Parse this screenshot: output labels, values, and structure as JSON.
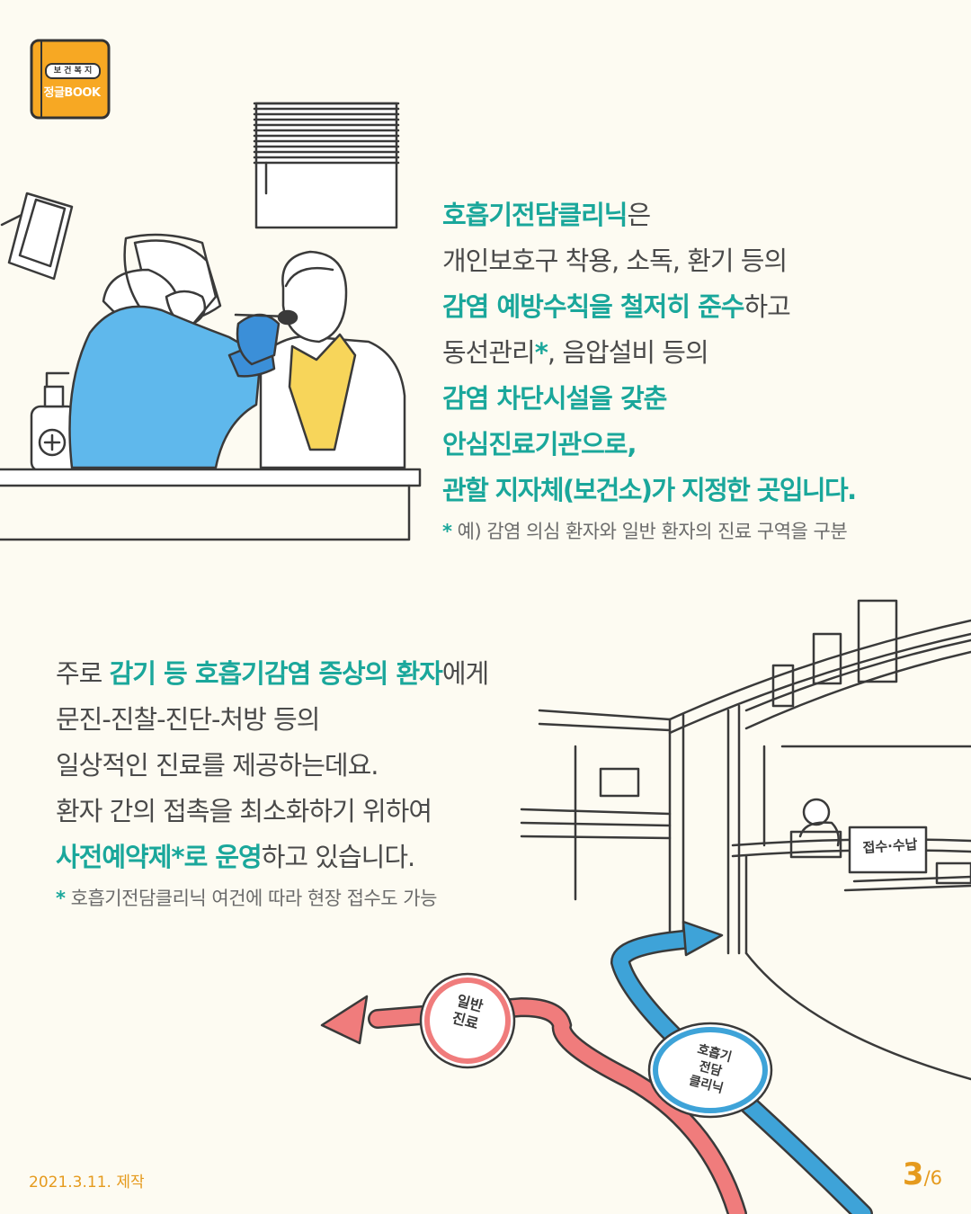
{
  "logo": {
    "line1": "보 건 복 지",
    "line2": "정글BOOK"
  },
  "section1": {
    "lines": [
      [
        {
          "t": "호흡기전담클리닉",
          "hl": true
        },
        {
          "t": "은",
          "hl": false
        }
      ],
      [
        {
          "t": "개인보호구 착용, 소독, 환기 등의",
          "hl": false
        }
      ],
      [
        {
          "t": "감염 예방수칙을 철저히 준수",
          "hl": true
        },
        {
          "t": "하고",
          "hl": false
        }
      ],
      [
        {
          "t": "동선관리",
          "hl": false
        },
        {
          "t": "*",
          "hl": true
        },
        {
          "t": ", 음압설비 등의",
          "hl": false
        }
      ],
      [
        {
          "t": "감염 차단시설을 갖춘",
          "hl": true
        }
      ],
      [
        {
          "t": "안심진료기관으로,",
          "hl": true
        }
      ],
      [
        {
          "t": "관할 지자체(보건소)가 지정한 곳입니다.",
          "hl": true
        }
      ]
    ],
    "note_star": "*",
    "note": "예) 감염 의심 환자와 일반 환자의 진료 구역을 구분"
  },
  "section2": {
    "lines": [
      [
        {
          "t": "주로 ",
          "hl": false
        },
        {
          "t": "감기 등 호흡기감염 증상의 환자",
          "hl": true
        },
        {
          "t": "에게",
          "hl": false
        }
      ],
      [
        {
          "t": "문진-진찰-진단-처방 등의",
          "hl": false
        }
      ],
      [
        {
          "t": "일상적인 진료를 제공하는데요.",
          "hl": false
        }
      ],
      [
        {
          "t": "환자 간의 접촉을 최소화하기 위하여",
          "hl": false
        }
      ],
      [
        {
          "t": "사전예약제*로 운영",
          "hl": true
        },
        {
          "t": "하고 있습니다.",
          "hl": false
        }
      ]
    ],
    "note_star": "*",
    "note": "호흡기전담클리닉 여건에 따라 현장 접수도 가능"
  },
  "signs": {
    "reception": "접수·수납",
    "general_line1": "일반",
    "general_line2": "진료",
    "resp_line1": "호흡기",
    "resp_line2": "전담",
    "resp_line3": "클리닉"
  },
  "footer": {
    "date": "2021.3.11. 제작",
    "page_current": "3",
    "page_total": "/6"
  },
  "colors": {
    "background": "#fdfbf2",
    "accent": "#1aa79b",
    "orange": "#e59a1d",
    "red_arrow": "#f07c7c",
    "blue_arrow": "#3ea3d8",
    "ppe_blue": "#5fb8ec",
    "yellow": "#f7d55a"
  }
}
